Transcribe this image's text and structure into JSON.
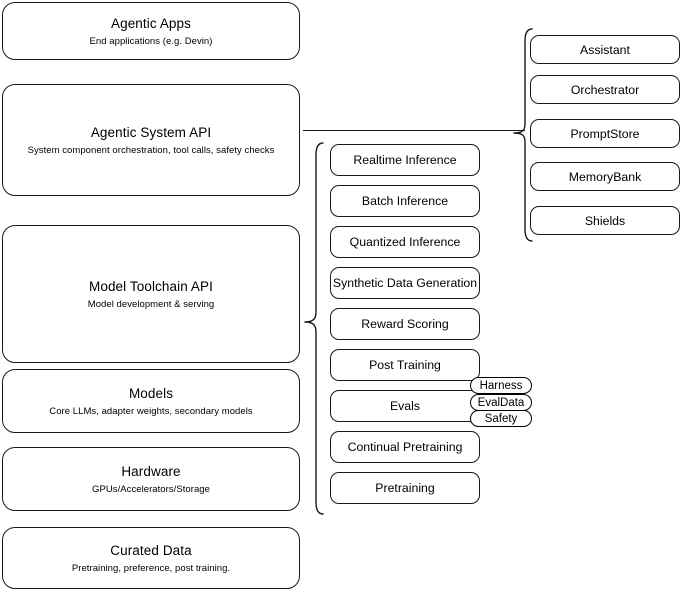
{
  "diagram": {
    "title": "Agentic AI stack layers",
    "stroke_color": "#1a1a1a",
    "background_color": "#ffffff",
    "layers": [
      {
        "id": "agentic-apps",
        "title": "Agentic Apps",
        "subtitle": "End applications (e.g. Devin)"
      },
      {
        "id": "agentic-system-api",
        "title": "Agentic System API",
        "subtitle": "System component orchestration, tool calls, safety checks"
      },
      {
        "id": "model-toolchain-api",
        "title": "Model Toolchain API",
        "subtitle": "Model development & serving"
      },
      {
        "id": "models",
        "title": "Models",
        "subtitle": "Core LLMs, adapter weights, secondary models"
      },
      {
        "id": "hardware",
        "title": "Hardware",
        "subtitle": "GPUs/Accelerators/Storage"
      },
      {
        "id": "curated-data",
        "title": "Curated Data",
        "subtitle": "Pretraining, preference, post training."
      }
    ],
    "toolchain_items": [
      {
        "id": "realtime-inference",
        "label": "Realtime Inference"
      },
      {
        "id": "batch-inference",
        "label": "Batch Inference"
      },
      {
        "id": "quantized-inference",
        "label": "Quantized Inference"
      },
      {
        "id": "synthetic-data-generation",
        "label": "Synthetic Data Generation"
      },
      {
        "id": "reward-scoring",
        "label": "Reward Scoring"
      },
      {
        "id": "post-training",
        "label": "Post Training"
      },
      {
        "id": "evals",
        "label": "Evals"
      },
      {
        "id": "continual-pretraining",
        "label": "Continual Pretraining"
      },
      {
        "id": "pretraining",
        "label": "Pretraining"
      }
    ],
    "evals_badges": [
      {
        "id": "harness",
        "label": "Harness"
      },
      {
        "id": "evaldata",
        "label": "EvalData"
      },
      {
        "id": "safety",
        "label": "Safety"
      }
    ],
    "system_components": [
      {
        "id": "assistant",
        "label": "Assistant"
      },
      {
        "id": "orchestrator",
        "label": "Orchestrator"
      },
      {
        "id": "promptstore",
        "label": "PromptStore"
      },
      {
        "id": "memorybank",
        "label": "MemoryBank"
      },
      {
        "id": "shields",
        "label": "Shields"
      }
    ]
  }
}
